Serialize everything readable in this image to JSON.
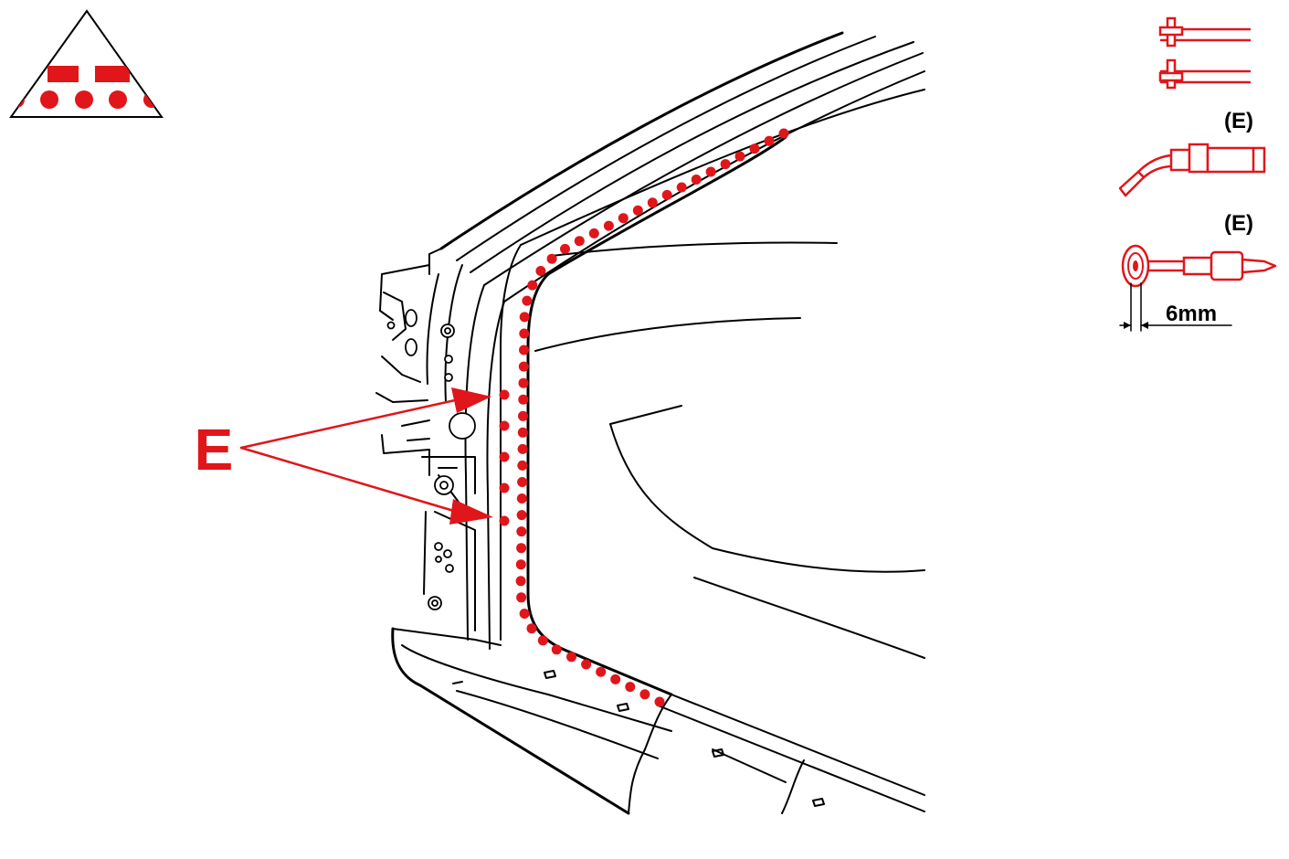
{
  "callout": {
    "letter": "E"
  },
  "tools": {
    "welder_label": "(E)",
    "spot_tool_label": "(E)",
    "spacing_label": "6mm"
  },
  "colors": {
    "accent": "#e0161a",
    "ink": "#000000",
    "background": "#ffffff"
  },
  "icons": [
    "weld-symbol-triangle-icon",
    "panel-clamp-icon",
    "mig-welder-torch-icon",
    "spot-weld-drill-icon"
  ]
}
